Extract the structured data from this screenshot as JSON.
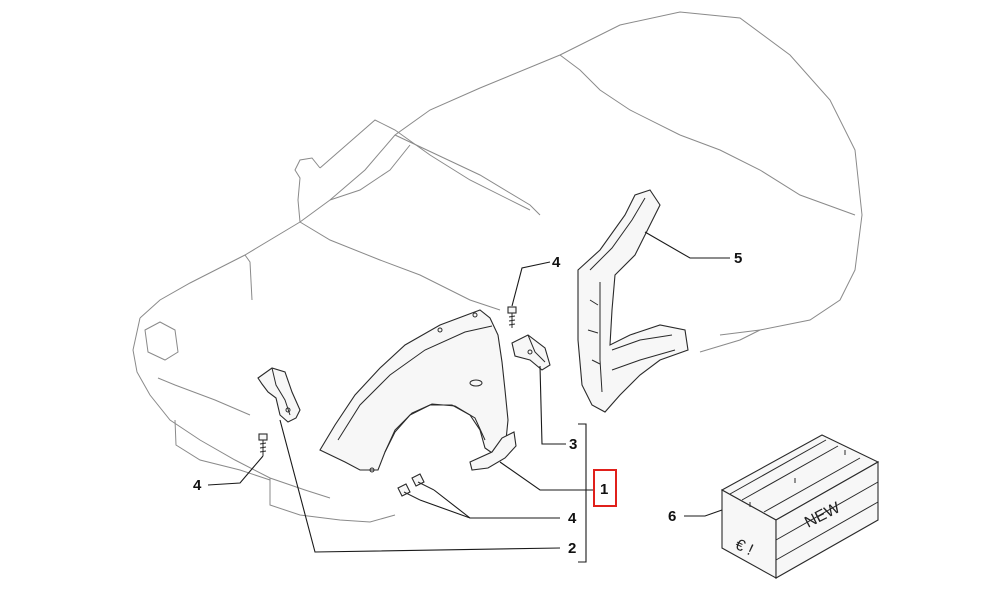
{
  "callouts": [
    {
      "id": "c4_top",
      "text": "4"
    },
    {
      "id": "c5",
      "text": "5"
    },
    {
      "id": "c3",
      "text": "3"
    },
    {
      "id": "c1",
      "text": "1",
      "selected": true
    },
    {
      "id": "c4_left",
      "text": "4"
    },
    {
      "id": "c4_bottom",
      "text": "4"
    },
    {
      "id": "c2",
      "text": "2"
    },
    {
      "id": "c6",
      "text": "6"
    }
  ],
  "crate": {
    "label_new": "NEW",
    "label_euro": "€ !"
  },
  "colors": {
    "highlight": "#e0201b",
    "ink": "#1a1a1a",
    "outline": "#8a8a8a"
  }
}
